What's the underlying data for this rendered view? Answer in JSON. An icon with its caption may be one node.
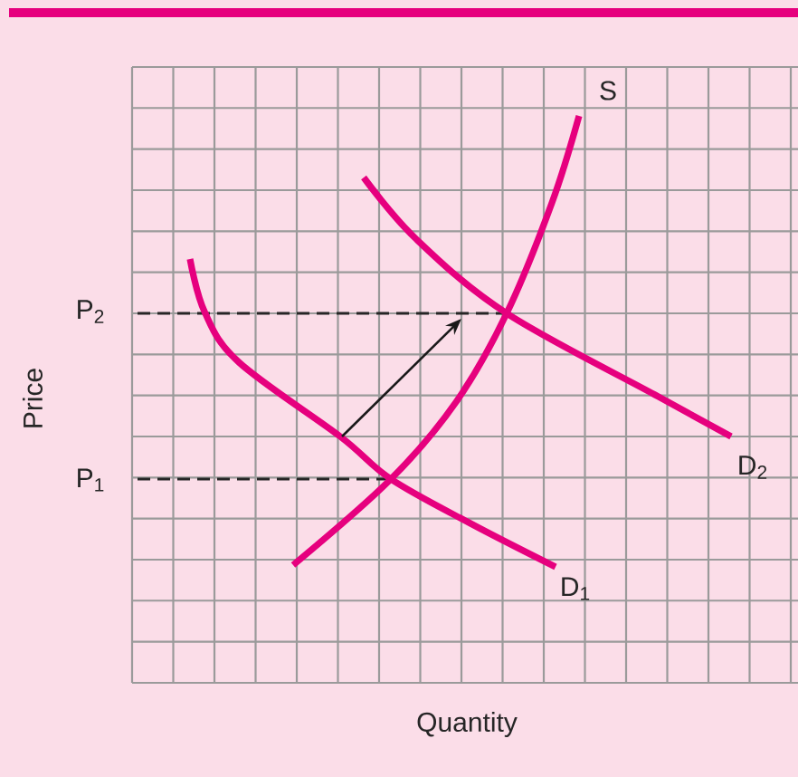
{
  "diagram": {
    "labels": [
      "S",
      "P$_{2}$",
      "Price",
      "P$_{1}$",
      "D$_{2}$",
      "D$_{1}$",
      "Quantity"
    ]
  }
}
